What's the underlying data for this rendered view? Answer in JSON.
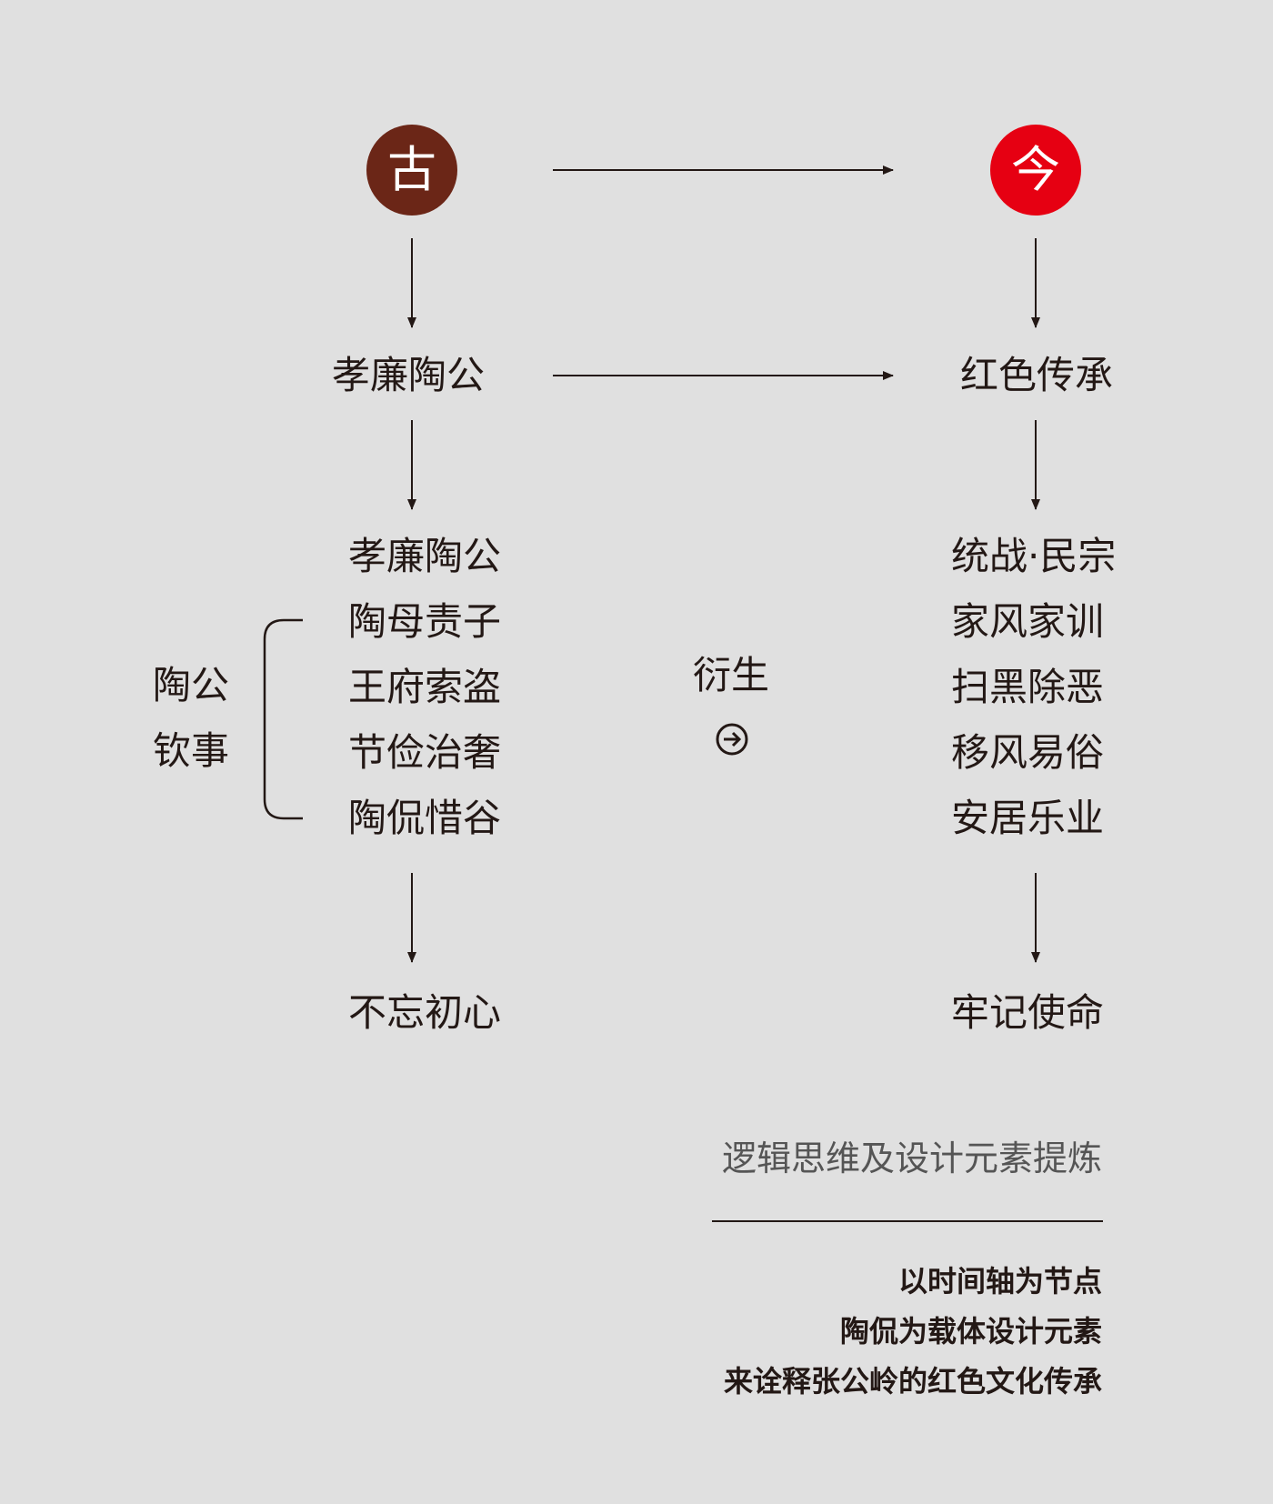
{
  "ancient": {
    "char": "古",
    "color": "#6b2617"
  },
  "modern": {
    "char": "今",
    "color": "#e60012"
  },
  "left_title": "孝廉陶公",
  "right_title": "红色传承",
  "left_list": [
    "孝廉陶公",
    "陶母责子",
    "王府索盗",
    "节俭治奢",
    "陶侃惜谷"
  ],
  "right_list": [
    "统战·民宗",
    "家风家训",
    "扫黑除恶",
    "移风易俗",
    "安居乐业"
  ],
  "side_label": [
    "陶公",
    "钦事"
  ],
  "derive": {
    "label": "衍生",
    "icon": "arrow-right-circle-icon"
  },
  "left_bottom": "不忘初心",
  "right_bottom": "牢记使命",
  "summary": {
    "title": "逻辑思维及设计元素提炼",
    "lines": [
      "以时间轴为节点",
      "陶侃为载体设计元素",
      "来诠释张公岭的红色文化传承"
    ]
  },
  "line_color": "#231815"
}
